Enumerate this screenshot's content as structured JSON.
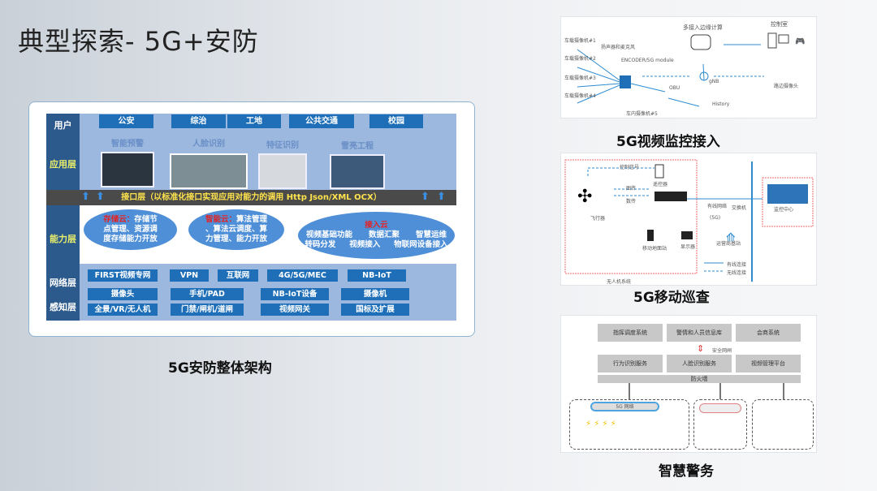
{
  "slide": {
    "title": "典型探索- 5G+安防"
  },
  "main_diagram": {
    "caption": "5G安防整体架构",
    "layers": {
      "user": "用户",
      "app": "应用层",
      "ability": "能力层",
      "network": "网络层",
      "perception": "感知层"
    },
    "users": [
      "公安",
      "综治",
      "工地",
      "公共交通",
      "校园"
    ],
    "apps": [
      "智能预警",
      "人脸识别",
      "特征识别",
      "雪亮工程"
    ],
    "interface": "接口层（以标准化接口实现应用对能力的调用 Http Json/XML  OCX）",
    "clouds": {
      "storage": {
        "name": "存储云：",
        "text1": "存储节",
        "text2": "点管理、资源调",
        "text3": "度存储能力开放"
      },
      "ai": {
        "name": "智能云：",
        "text1": "算法管理",
        "text2": "、算法云调度、算",
        "text3": "力管理、能力开放"
      },
      "access": {
        "name": "接入云",
        "row1": [
          "视频基础功能",
          "数据汇聚",
          "智慧运维"
        ],
        "row2": [
          "转码分发",
          "视频接入",
          "物联网设备接入"
        ]
      }
    },
    "network": [
      "FIRST视频专网",
      "VPN",
      "互联网",
      "4G/5G/MEC",
      "NB-IoT"
    ],
    "perception_row1": [
      "摄像头",
      "手机/PAD",
      "NB-IoT设备",
      "摄像机"
    ],
    "perception_row2": [
      "全景/VR/无人机",
      "门禁/闸机/道闸",
      "视频网关",
      "国标及扩展"
    ]
  },
  "video_access": {
    "caption": "5G视频监控接入",
    "labels": {
      "mec": "多接入边缘计算",
      "control": "控制室",
      "speaker": "扬声器和麦克风",
      "encoder": "ENCODER/5G module",
      "gnb": "gNB",
      "obu": "OBU",
      "history": "History",
      "cam5": "车内摄像机#5",
      "roadside": "路边摄像头"
    },
    "cams": [
      "车载摄像机#1",
      "车载摄像机#2",
      "车载摄像机#3",
      "车载摄像机#4"
    ]
  },
  "mobile_patrol": {
    "caption": "5G移动巡查",
    "labels": {
      "ctrl": "控制信号",
      "remote": "遥控器",
      "img": "图传",
      "data": "数传",
      "uav": "飞行器",
      "ground": "移动地面站",
      "display": "显示器",
      "wired_net": "有线网络",
      "g5": "(5G)",
      "switch": "交换机",
      "station": "运营商基站",
      "center": "监控中心",
      "wired": "有线连接",
      "wireless": "无线连接",
      "system": "无人机系统"
    }
  },
  "smart_police": {
    "caption": "智慧警务",
    "top": [
      "指挥调度系统",
      "警情和人员信息库",
      "会商系统"
    ],
    "gate": "安全网闸",
    "mid": [
      "行为识别服务",
      "人脸识别服务",
      "视频管理平台"
    ],
    "firewall": "防火墙",
    "net5g": "5G 网络"
  }
}
